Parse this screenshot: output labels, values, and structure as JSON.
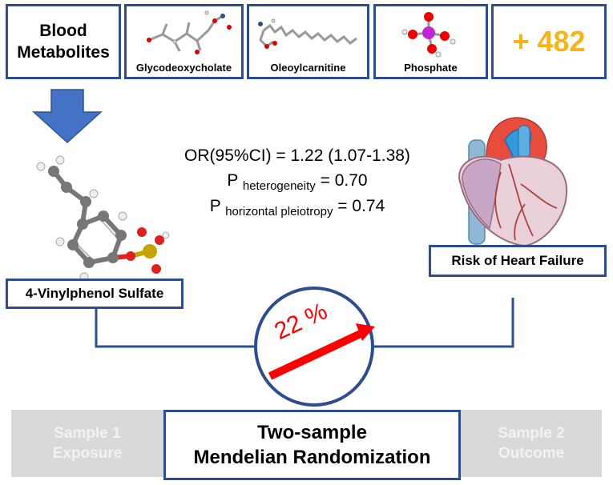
{
  "metabolites": {
    "header": "Blood\nMetabolites",
    "items": [
      {
        "label": "Glycodeoxycholate"
      },
      {
        "label": "Oleoylcarnitine"
      },
      {
        "label": "Phosphate"
      }
    ],
    "more": "+ 482"
  },
  "exposure_label": "4-Vinylphenol Sulfate",
  "outcome_label": "Risk of Heart Failure",
  "stats": {
    "or_line": "OR(95%CI) = 1.22 (1.07-1.38)",
    "p1_prefix": "P",
    "p1_sub": "heterogeneity",
    "p1_value": " = 0.70",
    "p2_prefix": "P",
    "p2_sub": "horizontal pleiotropy",
    "p2_value": " = 0.74"
  },
  "effect_label": "22 %",
  "method": {
    "line1": "Two-sample",
    "line2": "Mendelian Randomization"
  },
  "sample1": {
    "line1": "Sample 1",
    "line2": "Exposure"
  },
  "sample2": {
    "line1": "Sample 2",
    "line2": "Outcome"
  },
  "colors": {
    "box_border": "#2e4d8f",
    "arrow_blue": "#4472c4",
    "accent_orange": "#f4b41a",
    "effect_red": "#ff0000",
    "grey_box": "#d9d9d9"
  }
}
